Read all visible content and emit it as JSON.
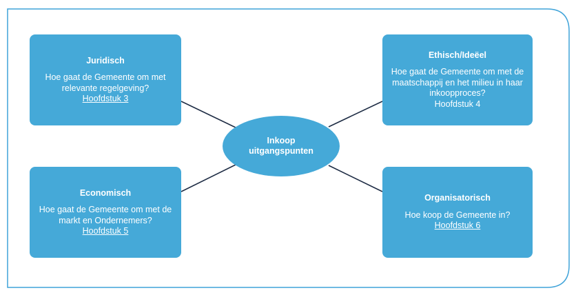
{
  "center": {
    "label": "Inkoop\nuitgangspunten"
  },
  "boxes": {
    "juridisch": {
      "title": "Juridisch",
      "body": "Hoe gaat de Gemeente om met\nrelevante regelgeving?",
      "chapter": "Hoofdstuk 3"
    },
    "ethisch": {
      "title": "Ethisch/Ideëel",
      "body": "Hoe gaat de Gemeente om met de\nmaatschappij en het milieu in haar\ninkoopproces?",
      "chapter": "Hoofdstuk 4"
    },
    "economisch": {
      "title": "Economisch",
      "body": "Hoe gaat de Gemeente om met de\nmarkt en Ondernemers?",
      "chapter": "Hoofdstuk 5"
    },
    "organisatorisch": {
      "title": "Organisatorisch",
      "body": "Hoe koop de Gemeente in?",
      "chapter": "Hoofdstuk 6"
    }
  },
  "colors": {
    "box_fill": "#45a9d8",
    "frame_stroke": "#3fa3d9",
    "connector": "#1f2d45",
    "text": "#ffffff"
  }
}
